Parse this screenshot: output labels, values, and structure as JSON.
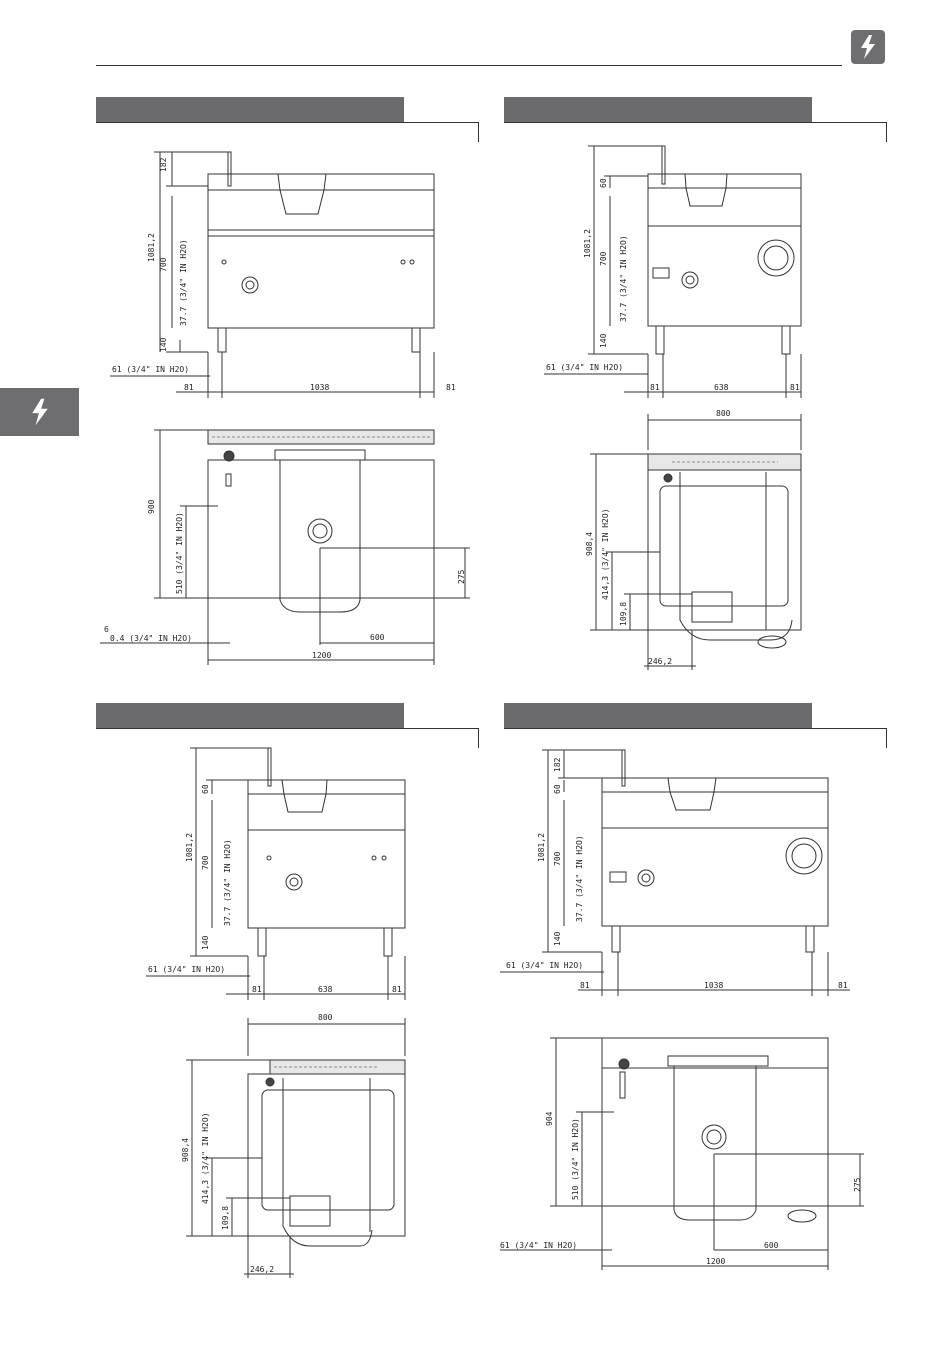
{
  "header": {
    "badge_icon": "lightning-bolt-icon",
    "side_tab_icon": "lightning-bolt-icon",
    "accent": "#6e6e70"
  },
  "panels": {
    "tl": {
      "front": {
        "d182": "182",
        "d1081": "1081,2",
        "d700": "700",
        "water": "37.7 (3/4\" IN H2O)",
        "d140": "140",
        "drain": "61 (3/4\" IN H2O)",
        "w81a": "81",
        "w1038": "1038",
        "w81b": "81"
      },
      "top": {
        "d900": "900",
        "inlet": "510 (3/4\" IN H2O)",
        "d275": "275",
        "d6": "6",
        "drain": "0.4 (3/4\" IN H2O)",
        "d600": "600",
        "w1200": "1200"
      }
    },
    "tr": {
      "front": {
        "d60": "60",
        "d1081": "1081,2",
        "d700": "700",
        "water": "37.7 (3/4\" IN H2O)",
        "d140": "140",
        "drain": "61 (3/4\" IN H2O)",
        "w81a": "81",
        "w638": "638",
        "w81b": "81"
      },
      "top": {
        "w800": "800",
        "d908": "908,4",
        "inlet": "414,3 (3/4\" IN H2O)",
        "d109": "109,8",
        "d246": "246,2"
      }
    },
    "bl": {
      "front": {
        "d60": "60",
        "d1081": "1081,2",
        "d700": "700",
        "water": "37.7 (3/4\" IN H2O)",
        "d140": "140",
        "drain": "61 (3/4\" IN H2O)",
        "w81a": "81",
        "w638": "638",
        "w81b": "81"
      },
      "top": {
        "w800": "800",
        "d908": "908,4",
        "inlet": "414,3 (3/4\" IN H2O)",
        "d109": "109,8",
        "d246": "246,2"
      }
    },
    "br": {
      "front": {
        "d182": "182",
        "d60": "60",
        "d1081": "1081,2",
        "d700": "700",
        "water": "37.7 (3/4\" IN H2O)",
        "d140": "140",
        "drain": "61 (3/4\" IN H2O)",
        "w81a": "81",
        "w1038": "1038",
        "w81b": "81"
      },
      "top": {
        "d904": "904",
        "inlet": "510 (3/4\" IN H2O)",
        "d275": "275",
        "drain": "61 (3/4\" IN H2O)",
        "d600": "600",
        "w1200": "1200"
      }
    }
  }
}
